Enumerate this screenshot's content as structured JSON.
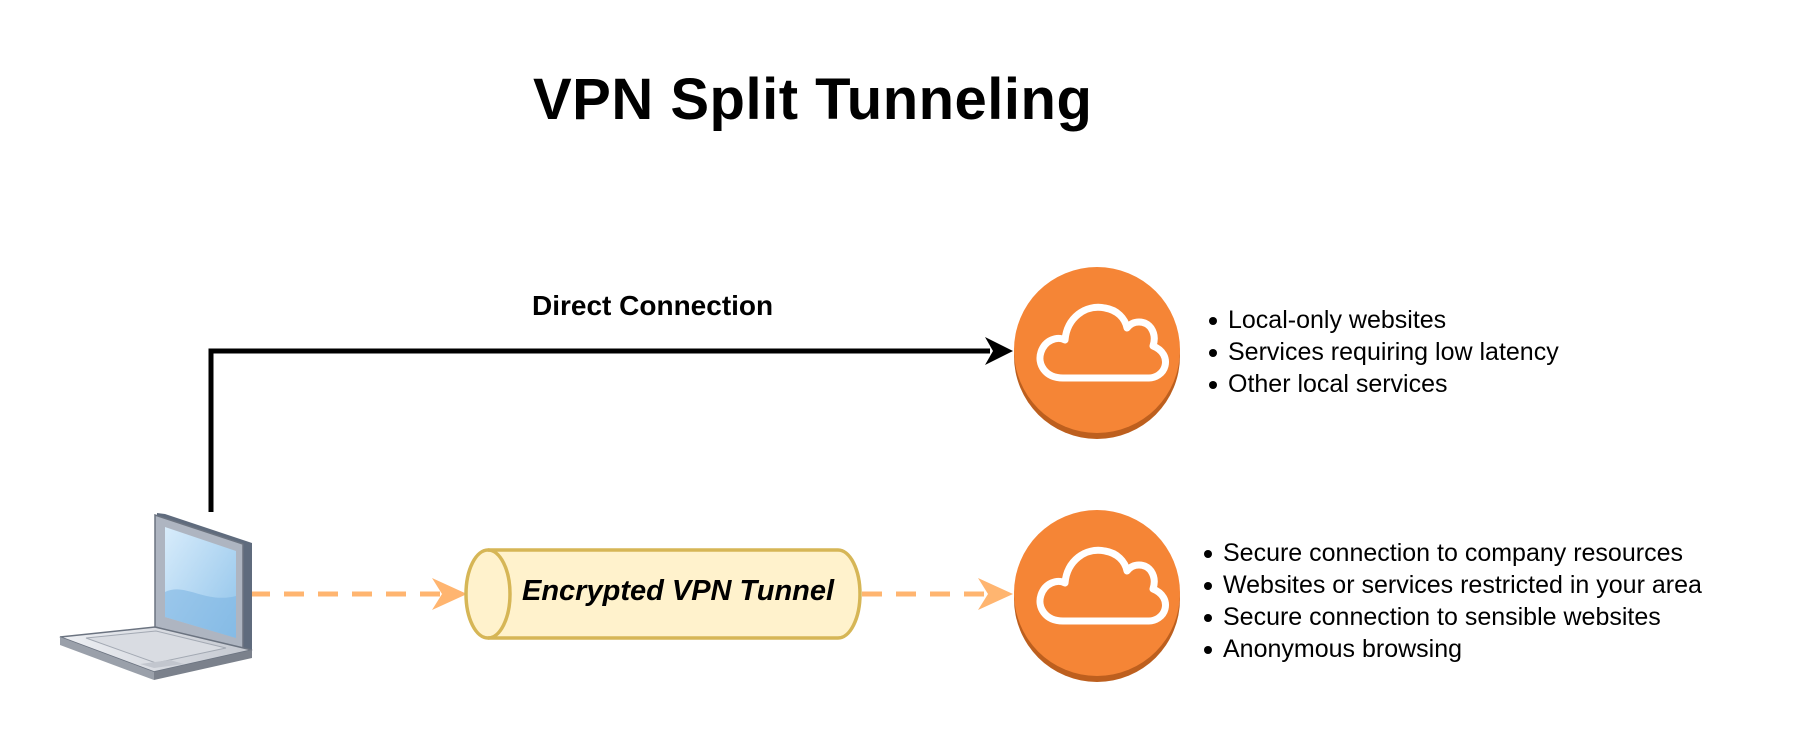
{
  "title": "VPN Split Tunneling",
  "direct_connection": {
    "label": "Direct Connection",
    "items": [
      "Local-only websites",
      "Services requiring low latency",
      "Other local services"
    ]
  },
  "vpn_connection": {
    "label": "Encrypted VPN Tunnel",
    "items": [
      "Secure connection to company resources",
      "Websites or services restricted in your area",
      "Secure connection to sensible websites",
      "Anonymous browsing"
    ]
  },
  "colors": {
    "cloud_orange": "#F58536",
    "cloud_shadow": "#BD5F1E",
    "tunnel_fill": "#FFF2CC",
    "tunnel_stroke": "#D6B656",
    "dashed_arrow": "#FFB570",
    "direct_arrow": "#000000"
  },
  "icons": {
    "client": "laptop-icon",
    "destinations": "cloud-icon"
  }
}
